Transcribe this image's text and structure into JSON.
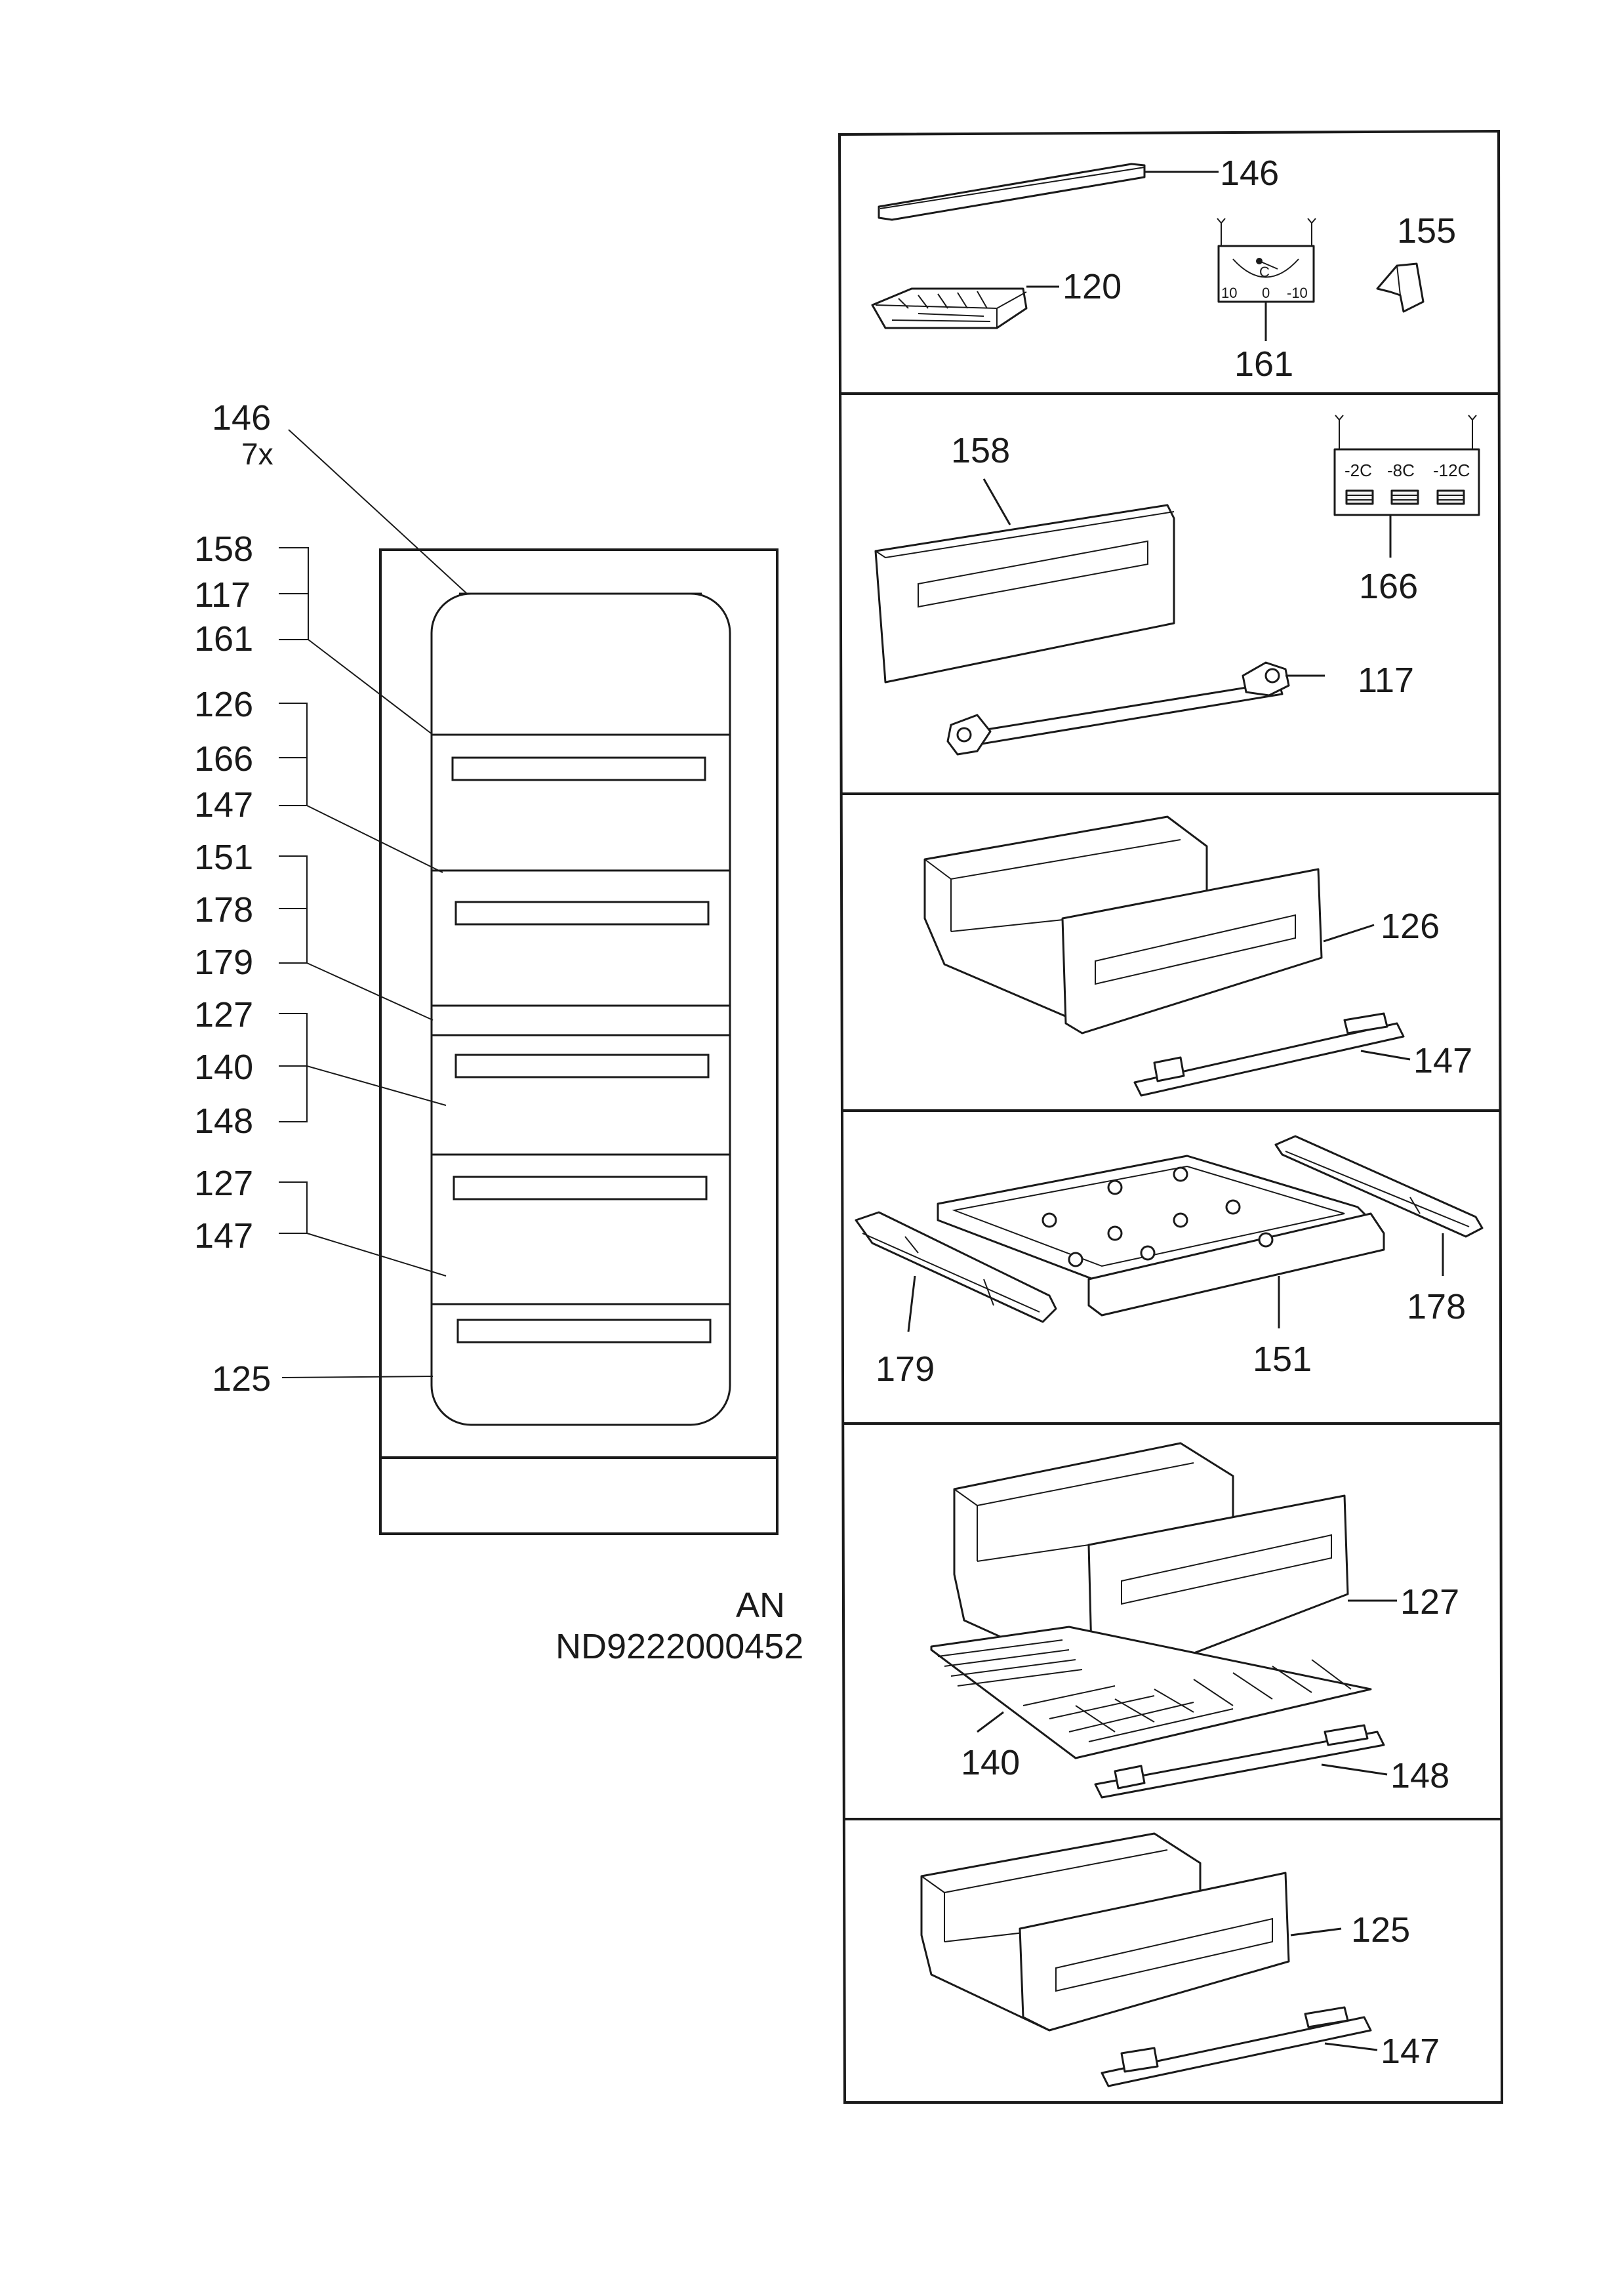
{
  "overview": {
    "labels": {
      "l146": "146",
      "l7x": "7x",
      "l158": "158",
      "l117": "117",
      "l161": "161",
      "l126": "126",
      "l166": "166",
      "l147a": "147",
      "l151": "151",
      "l178": "178",
      "l179": "179",
      "l127a": "127",
      "l140": "140",
      "l148": "148",
      "l127b": "127",
      "l147b": "147",
      "l125": "125"
    },
    "footer": {
      "code1": "AN",
      "code2": "ND9222000452"
    }
  },
  "panels": {
    "p1": {
      "l146": "146",
      "l120": "120",
      "l155": "155",
      "l161": "161",
      "dial_c": "C",
      "dial_10": "10",
      "dial_0": "0",
      "dial_m10": "-10"
    },
    "p2": {
      "l158": "158",
      "l166": "166",
      "l117": "117",
      "t1": "-2C",
      "t2": "-8C",
      "t3": "-12C"
    },
    "p3": {
      "l126": "126",
      "l147": "147"
    },
    "p4": {
      "l179": "179",
      "l151": "151",
      "l178": "178"
    },
    "p5": {
      "l127": "127",
      "l140": "140",
      "l148": "148"
    },
    "p6": {
      "l125": "125",
      "l147": "147"
    }
  }
}
